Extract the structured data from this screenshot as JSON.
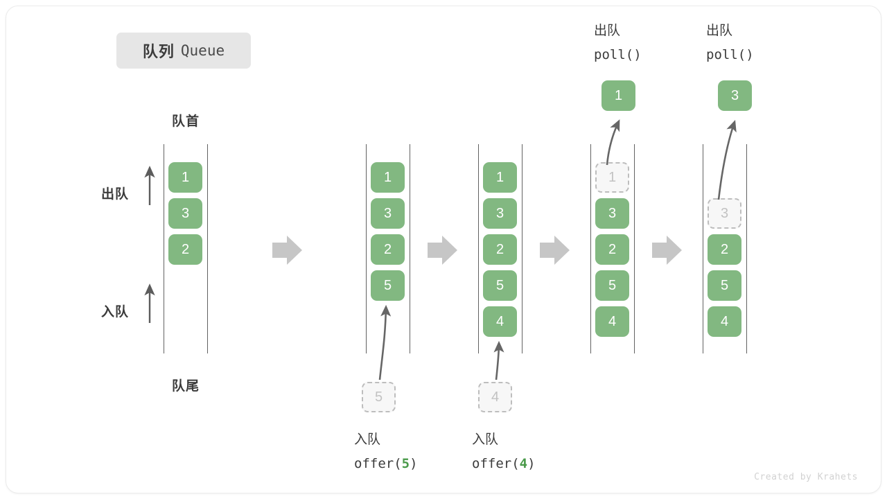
{
  "title": {
    "cn": "队列",
    "en": "Queue"
  },
  "labels": {
    "front": "队首",
    "rear": "队尾",
    "dequeue_side": "出队",
    "enqueue_side": "入队"
  },
  "colors": {
    "element": "#82b881",
    "ghost_fill": "#f7f7f7",
    "ghost_border": "#bdbdbd",
    "rail": "#616161",
    "arrow": "#666666",
    "step_arrow": "#c6c6c6",
    "badge_bg": "#e6e6e6",
    "text": "#3b3b3b",
    "accent_green": "#4a9a4a"
  },
  "columns": [
    {
      "id": "state-0",
      "slots": [
        {
          "value": "1",
          "state": "filled"
        },
        {
          "value": "3",
          "state": "filled"
        },
        {
          "value": "2",
          "state": "filled"
        }
      ]
    },
    {
      "id": "state-1",
      "slots": [
        {
          "value": "1",
          "state": "filled"
        },
        {
          "value": "3",
          "state": "filled"
        },
        {
          "value": "2",
          "state": "filled"
        },
        {
          "value": "5",
          "state": "filled"
        }
      ]
    },
    {
      "id": "state-2",
      "slots": [
        {
          "value": "1",
          "state": "filled"
        },
        {
          "value": "3",
          "state": "filled"
        },
        {
          "value": "2",
          "state": "filled"
        },
        {
          "value": "5",
          "state": "filled"
        },
        {
          "value": "4",
          "state": "filled"
        }
      ]
    },
    {
      "id": "state-3",
      "slots": [
        {
          "value": "1",
          "state": "ghost"
        },
        {
          "value": "3",
          "state": "filled"
        },
        {
          "value": "2",
          "state": "filled"
        },
        {
          "value": "5",
          "state": "filled"
        },
        {
          "value": "4",
          "state": "filled"
        }
      ]
    },
    {
      "id": "state-4",
      "slots": [
        {
          "value": "",
          "state": "empty"
        },
        {
          "value": "3",
          "state": "ghost"
        },
        {
          "value": "2",
          "state": "filled"
        },
        {
          "value": "5",
          "state": "filled"
        },
        {
          "value": "4",
          "state": "filled"
        }
      ]
    }
  ],
  "operations": [
    {
      "id": "offer-5",
      "cn": "入队",
      "call_prefix": "offer(",
      "arg": "5",
      "call_suffix": ")",
      "pending_value": "5"
    },
    {
      "id": "offer-4",
      "cn": "入队",
      "call_prefix": "offer(",
      "arg": "4",
      "call_suffix": ")",
      "pending_value": "4"
    },
    {
      "id": "poll-1",
      "cn": "出队",
      "call_prefix": "poll(",
      "arg": "",
      "call_suffix": ")",
      "popped_value": "1"
    },
    {
      "id": "poll-3",
      "cn": "出队",
      "call_prefix": "poll(",
      "arg": "",
      "call_suffix": ")",
      "popped_value": "3"
    }
  ],
  "credit": "Created by Krahets"
}
